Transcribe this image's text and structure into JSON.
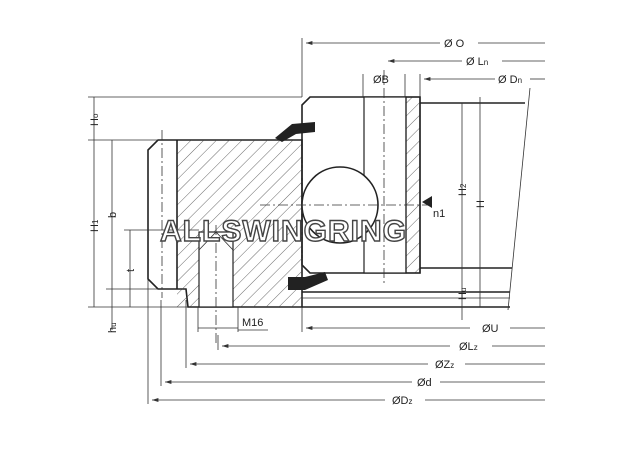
{
  "drawing": {
    "title": "Slewing ring bearing cross-section",
    "watermark": "ALLSWINGRING",
    "top_dimensions": {
      "o": "Ø O",
      "ln": "Ø L",
      "ln_sub": "n",
      "b": "ØB",
      "dn": "Ø D",
      "dn_sub": "n"
    },
    "bottom_dimensions": {
      "u": "ØU",
      "lz": "ØL",
      "lz_sub": "z",
      "zz": "ØZ",
      "zz_sub": "z",
      "d": "Ød",
      "dz": "ØD",
      "dz_sub": "z"
    },
    "left_dimensions": {
      "ho": "H",
      "ho_sub": "o",
      "h1": "H",
      "h1_sub": "1",
      "b": "b",
      "t": "t",
      "hu": "h",
      "hu_sub": "u"
    },
    "right_dimensions": {
      "h2": "H",
      "h2_sub": "2",
      "h": "H",
      "hu": "H",
      "hu_sub": "u"
    },
    "thread_label": "M16",
    "ball_label": "n1"
  }
}
